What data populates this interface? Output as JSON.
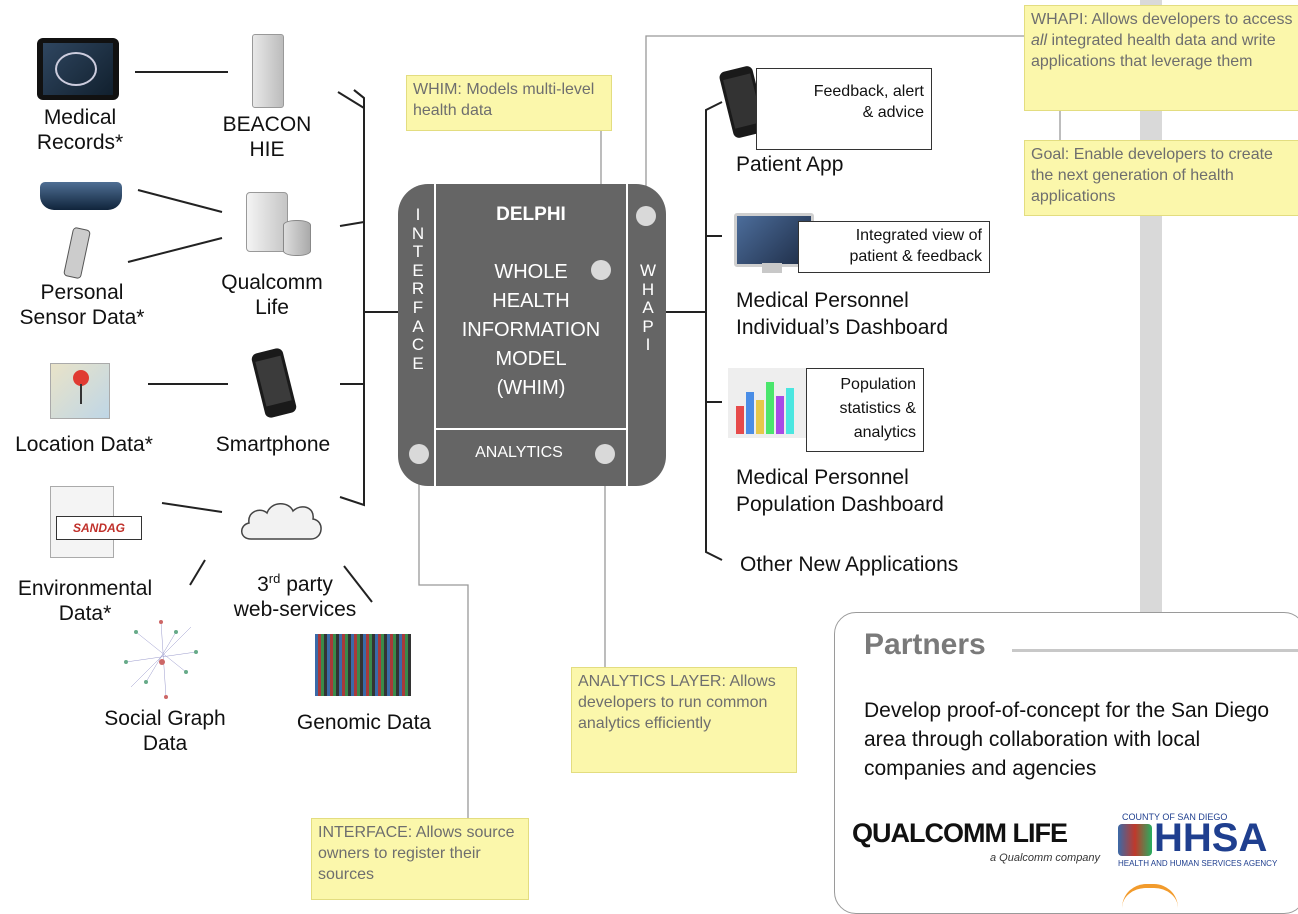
{
  "sources": {
    "medical_records": "Medical\nRecords*",
    "beacon": "BEACON\nHIE",
    "personal_sensor": "Personal\nSensor Data*",
    "qualcomm_life": "Qualcomm\nLife",
    "location": "Location Data*",
    "smartphone": "Smartphone",
    "environmental": "Environmental\nData*",
    "third_party_pre": "3",
    "third_party_sup": "rd",
    "third_party_post": " party",
    "third_party_line2": "web-services",
    "social_graph": "Social Graph\nData",
    "genomic": "Genomic Data",
    "sandag_logo": "SANDAG"
  },
  "core": {
    "interface_letters": "I\nN\nT\nE\nR\nF\nA\nC\nE",
    "whapi_letters": "W\nH\nA\nP\nI",
    "title": "DELPHI",
    "model": "WHOLE\nHEALTH\nINFORMATION\nMODEL\n(WHIM)",
    "analytics": "ANALYTICS"
  },
  "apps": {
    "patient_callout": "Feedback, alert\n& advice",
    "patient_app": "Patient App",
    "individual_callout": "Integrated view of\npatient & feedback",
    "individual_dashboard": "Medical Personnel\nIndividual’s Dashboard",
    "population_callout": "Population\nstatistics &\nanalytics",
    "population_dashboard": "Medical Personnel\nPopulation Dashboard",
    "other": "Other New Applications"
  },
  "notes": {
    "whim": "WHIM: Models multi-level health data",
    "whapi_pre": "WHAPI: Allows developers to access ",
    "whapi_em": "all",
    "whapi_post": " integrated health data and write applications that leverage them",
    "goal": "Goal: Enable developers to create the next generation of health applications",
    "analytics_layer": "ANALYTICS LAYER: Allows developers to run common analytics efficiently",
    "interface": "INTERFACE: Allows source owners to register their sources"
  },
  "partners": {
    "title": "Partners",
    "text": "Develop proof-of-concept for the San Diego area through collaboration with local companies and agencies",
    "qualcomm_logo": "QUALCOMM LIFE",
    "qualcomm_tagline": "a Qualcomm company",
    "county_line": "COUNTY OF SAN DIEGO",
    "hhsa_logo": "HHSA",
    "hhsa_sub": "HEALTH AND HUMAN SERVICES AGENCY"
  },
  "colors": {
    "core": "#656565",
    "note_bg": "#fbf7ab",
    "dot": "#d9d9d9",
    "connector": "#222222",
    "pipe": "#d9d9d9"
  }
}
